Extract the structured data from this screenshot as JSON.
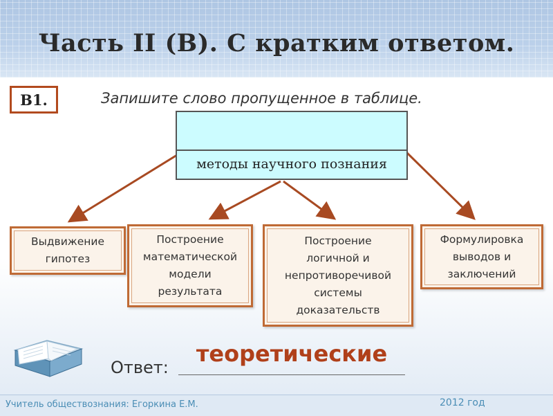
{
  "slide": {
    "title": "Часть II (В). С кратким ответом.",
    "badge": "В1.",
    "instruction": "Запишите слово пропущенное в таблице."
  },
  "diagram": {
    "top_label": "методы научного познания",
    "methods": [
      {
        "label": "Выдвижение\nгипотез"
      },
      {
        "label": "Построение\nматематической\nмодели\nрезультата"
      },
      {
        "label": "Построение\nлогичной и\nнепротиворечивой\nсистемы\nдоказательств"
      },
      {
        "label": "Формулировка\nвыводов и\nзаключений"
      }
    ]
  },
  "answer": {
    "label": "Ответ:",
    "value": "теоретические"
  },
  "footer": {
    "author": "Учитель обществознания: Егоркина Е.М.",
    "year": "2012 год"
  },
  "colors": {
    "accent": "#b0401a",
    "box_border": "#bf6a35",
    "header": "#bcd1ea",
    "top_box_fill": "#ccfcff"
  },
  "icons": [
    "open-book-icon"
  ]
}
